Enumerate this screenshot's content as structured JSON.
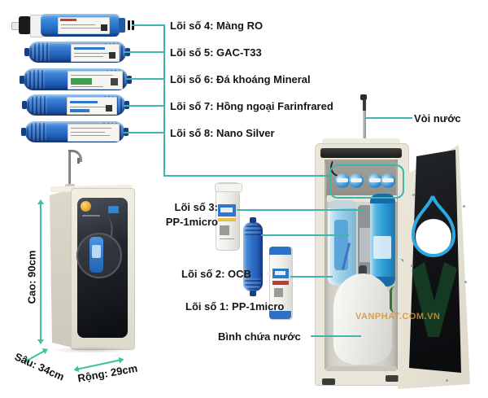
{
  "diagram": {
    "filter_stack_labels": [
      {
        "label": "Lõi số 4: Màng RO"
      },
      {
        "label": "Lõi số 5: GAC-T33"
      },
      {
        "label": "Lõi số 6: Đá khoáng Mineral"
      },
      {
        "label": "Lõi số 7: Hồng ngoại Farinfrared"
      },
      {
        "label": "Lõi số 8: Nano Silver"
      }
    ],
    "mid_filter_labels": {
      "loi3_line1": "Lõi số 3:",
      "loi3_line2": "PP-1micro",
      "loi2": "Lõi số 2: OCB",
      "loi1": "Lõi số 1: PP-1micro"
    },
    "callouts": {
      "tap": "Vòi nước",
      "tank": "Bình chứa nước"
    },
    "dimensions": {
      "height": "Cao: 90cm",
      "depth": "Sâu: 34cm",
      "width": "Rộng: 29cm"
    },
    "watermark": "VANPHAT.COM.VN",
    "colors": {
      "connector_teal": "#3fb5b0",
      "dimension_green": "#3cc29e",
      "filter_blue": "#2261ba",
      "drop_blue": "#2ba9e1",
      "watermark_orange": "#d8932f"
    }
  }
}
